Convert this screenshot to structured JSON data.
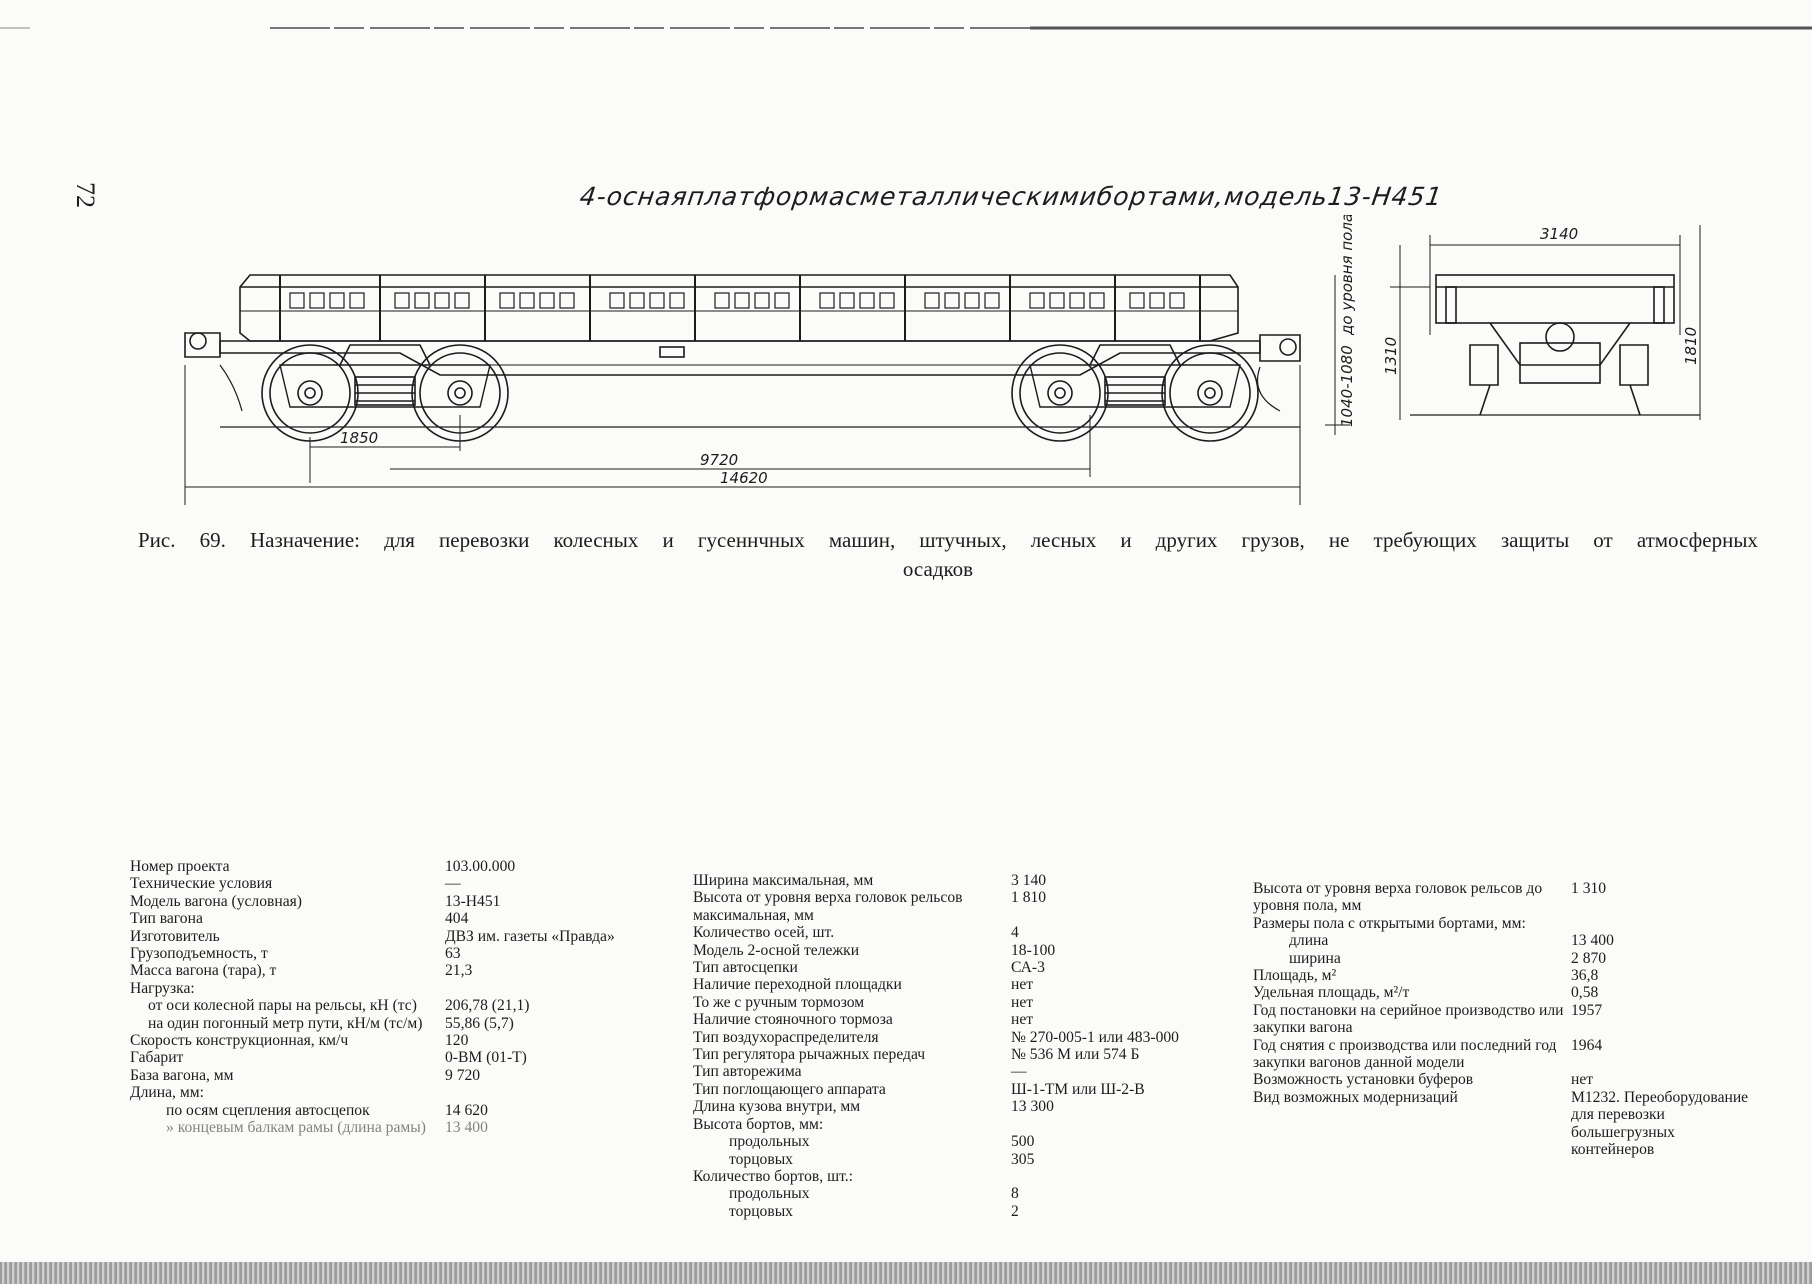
{
  "page": {
    "number": "72",
    "title_parts": [
      "4-осная",
      "платформа",
      "с",
      "металлическими",
      "бортами,",
      "модель13-Н451"
    ]
  },
  "drawing": {
    "dims_side": [
      "1850",
      "9720",
      "14620",
      "1040-1080",
      "до уровня пола"
    ],
    "dims_end": [
      "3140",
      "1310",
      "1810"
    ]
  },
  "caption": {
    "line1": [
      "Рис.",
      "69.",
      "Назначение:",
      "для",
      "перевозки",
      "колесных",
      "и",
      "гусеннчных",
      "машин,",
      "штучных,",
      "лесных",
      "и",
      "других",
      "грузов,",
      "не",
      "требующих",
      "защиты",
      "от",
      "атмосферных"
    ],
    "line2": "осадков"
  },
  "specs": {
    "col1": [
      {
        "k": "Номер проекта",
        "v": "103.00.000"
      },
      {
        "k": "Технические условия",
        "v": "—"
      },
      {
        "k": "Модель вагона (условная)",
        "v": "13-Н451"
      },
      {
        "k": "Тип вагона",
        "v": "404"
      },
      {
        "k": "Изготовитель",
        "v": "ДВЗ им. газеты «Правда»"
      },
      {
        "k": "Грузоподъемность, т",
        "v": "63"
      },
      {
        "k": "Масса вагона (тара), т",
        "v": "21,3"
      },
      {
        "k": "Нагрузка:",
        "v": ""
      },
      {
        "k": "от оси колесной пары на рельсы, кН (тс)",
        "v": "206,78 (21,1)",
        "ind": 1
      },
      {
        "k": "на один погонный метр пути, кН/м (тс/м)",
        "v": "55,86 (5,7)",
        "ind": 1
      },
      {
        "k": "Скорость конструкционная, км/ч",
        "v": "120"
      },
      {
        "k": "Габарит",
        "v": "0-ВМ (01-Т)"
      },
      {
        "k": "База вагона, мм",
        "v": "9 720"
      },
      {
        "k": "Длина, мм:",
        "v": ""
      },
      {
        "k": "по осям сцепления автосцепок",
        "v": "14 620",
        "ind": 2
      },
      {
        "k": "» концевым балкам рамы (длина рамы)",
        "v": "13 400",
        "ind": 2
      }
    ],
    "col2": [
      {
        "k": "Ширина максимальная, мм",
        "v": "3 140"
      },
      {
        "k": "Высота от уровня верха головок рельсов максимальная, мм",
        "v": "1 810"
      },
      {
        "k": "Количество осей, шт.",
        "v": "4"
      },
      {
        "k": "Модель 2-осной тележки",
        "v": "18-100"
      },
      {
        "k": "Тип автосцепки",
        "v": "СА-3"
      },
      {
        "k": "Наличие переходной площадки",
        "v": "нет"
      },
      {
        "k": "То же с ручным тормозом",
        "v": "нет"
      },
      {
        "k": "Наличие стояночного тормоза",
        "v": "нет"
      },
      {
        "k": "Тип воздухораспределителя",
        "v": "№ 270-005-1 или 483-000"
      },
      {
        "k": "Тип регулятора рычажных передач",
        "v": "№ 536 М или 574 Б"
      },
      {
        "k": "Тип авторежима",
        "v": "—"
      },
      {
        "k": "Тип поглощающего аппарата",
        "v": "Ш-1-ТМ или Ш-2-В"
      },
      {
        "k": "Длина кузова внутри, мм",
        "v": "13 300"
      },
      {
        "k": "Высота бортов, мм:",
        "v": ""
      },
      {
        "k": "продольных",
        "v": "500",
        "ind": 2
      },
      {
        "k": "торцовых",
        "v": "305",
        "ind": 2
      },
      {
        "k": "Количество бортов, шт.:",
        "v": ""
      },
      {
        "k": "продольных",
        "v": "8",
        "ind": 2
      },
      {
        "k": "торцовых",
        "v": "2",
        "ind": 2
      }
    ],
    "col3": [
      {
        "k": "Высота от уровня верха головок рельсов до уровня пола, мм",
        "v": "1 310"
      },
      {
        "k": "Размеры пола с открытыми бортами, мм:",
        "v": ""
      },
      {
        "k": "длина",
        "v": "13 400",
        "ind": 2
      },
      {
        "k": "ширина",
        "v": "2 870",
        "ind": 2
      },
      {
        "k": "Площадь, м²",
        "v": "36,8"
      },
      {
        "k": "Удельная площадь, м²/т",
        "v": "0,58"
      },
      {
        "k": "Год постановки на серийное производство или закупки вагона",
        "v": "1957"
      },
      {
        "k": "Год снятия с производства или последний год закупки вагонов данной модели",
        "v": "1964"
      },
      {
        "k": "Возможность установки буферов",
        "v": "нет"
      },
      {
        "k": "Вид возможных модернизаций",
        "v": "М1232. Переоборудование для перевозки большегрузных контейнеров"
      }
    ]
  }
}
